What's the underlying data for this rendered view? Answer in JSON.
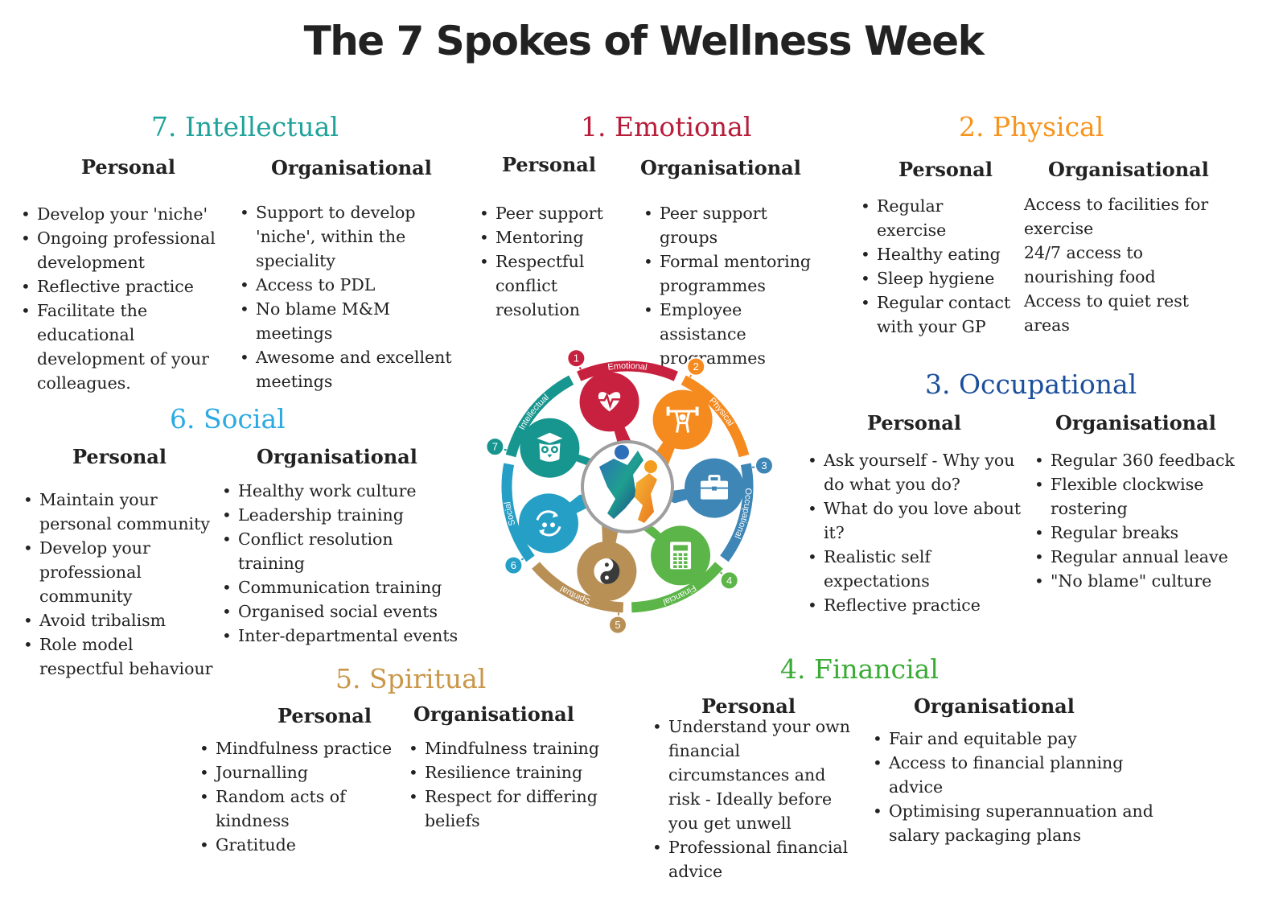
{
  "title": "The 7 Spokes of Wellness Week",
  "labels": {
    "personal": "Personal",
    "organisational": "Organisational"
  },
  "sections": {
    "emotional": {
      "title": "1. Emotional",
      "color": "#b71c3a",
      "personal": [
        "Peer support",
        "Mentoring",
        "Respectful conflict resolution"
      ],
      "organisational": [
        "Peer support groups",
        "Formal mentoring programmes",
        "Employee assistance programmes"
      ]
    },
    "physical": {
      "title": "2. Physical",
      "color": "#f7941d",
      "personal": [
        "Regular exercise",
        "Healthy eating",
        "Sleep hygiene",
        "Regular contact with your GP"
      ],
      "organisational": [
        "Access to facilities for exercise",
        "24/7 access to nourishing food",
        "Access to quiet rest areas"
      ]
    },
    "occupational": {
      "title": "3. Occupational",
      "color": "#1b4f9c",
      "personal": [
        "Ask yourself - Why you do what you do?",
        "What do you love about it?",
        "Realistic self expectations",
        "Reflective practice"
      ],
      "organisational": [
        "Regular 360  feedback",
        "Flexible clockwise rostering",
        "Regular breaks",
        "Regular annual leave",
        "\"No blame\" culture"
      ]
    },
    "financial": {
      "title": "4. Financial",
      "color": "#3aab35",
      "personal": [
        "Understand your own financial circumstances and risk - Ideally before you get unwell",
        "Professional financial advice"
      ],
      "organisational": [
        "Fair and equitable pay",
        "Access to financial planning advice",
        "Optimising superannuation and salary packaging plans"
      ]
    },
    "spiritual": {
      "title": "5. Spiritual",
      "color": "#c9974a",
      "personal": [
        "Mindfulness practice",
        "Journalling",
        "Random acts of kindness",
        "Gratitude"
      ],
      "organisational": [
        "Mindfulness training",
        "Resilience training",
        "Respect for differing beliefs"
      ]
    },
    "social": {
      "title": "6. Social",
      "color": "#2baae2",
      "personal": [
        "Maintain your personal community",
        "Develop your professional community",
        "Avoid tribalism",
        "Role model respectful behaviour"
      ],
      "organisational": [
        "Healthy work culture",
        "Leadership training",
        "Conflict resolution training",
        "Communication training",
        "Organised social events",
        "Inter-departmental events"
      ]
    },
    "intellectual": {
      "title": "7. Intellectual",
      "color": "#1fa39a",
      "personal": [
        "Develop your 'niche'",
        "Ongoing professional development",
        "Reflective practice",
        "Facilitate the educational development of your colleagues."
      ],
      "organisational": [
        "Support to develop 'niche', within the speciality",
        "Access to  PDL",
        "No blame M&M meetings",
        "Awesome and excellent meetings"
      ]
    }
  },
  "wheel": {
    "spokes": [
      {
        "num": "1",
        "label": "Emotional",
        "color": "#c8213f",
        "icon": "heart-rate-icon"
      },
      {
        "num": "2",
        "label": "Physical",
        "color": "#f58a1f",
        "icon": "weightlifter-icon"
      },
      {
        "num": "3",
        "label": "Occupational",
        "color": "#3d86b6",
        "icon": "briefcase-icon"
      },
      {
        "num": "4",
        "label": "Financial",
        "color": "#5cb548",
        "icon": "calculator-icon"
      },
      {
        "num": "5",
        "label": "Spiritual",
        "color": "#b88f55",
        "icon": "yin-yang-icon"
      },
      {
        "num": "6",
        "label": "Social",
        "color": "#259fc6",
        "icon": "people-cycle-icon"
      },
      {
        "num": "7",
        "label": "Intellectual",
        "color": "#17958f",
        "icon": "graduate-owl-icon"
      }
    ],
    "hub_icon": "athletes-icon"
  }
}
